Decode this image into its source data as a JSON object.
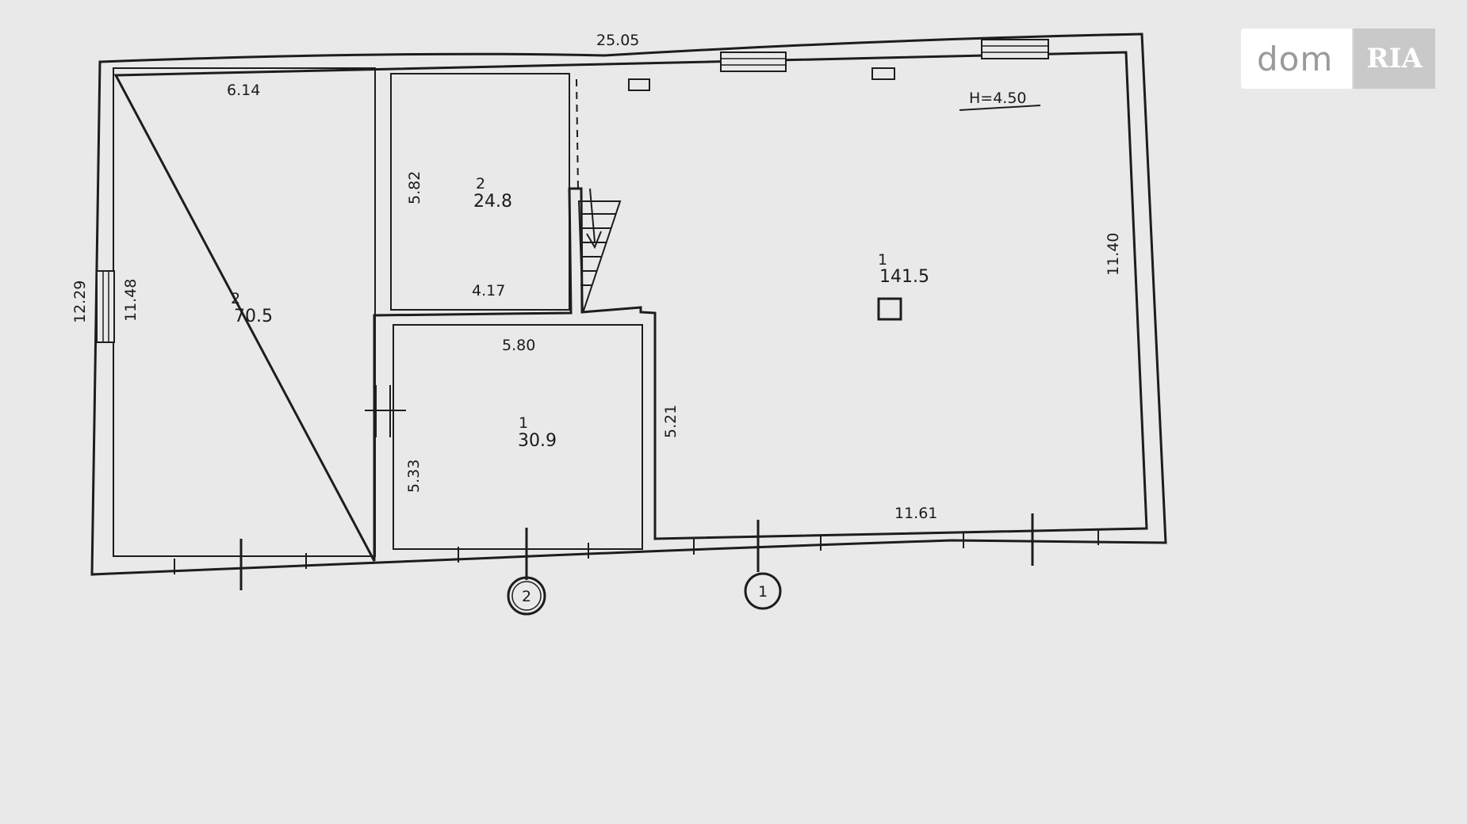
{
  "plan": {
    "overall_width": "25.05",
    "left_wall_length": "12.29",
    "ceiling_height": "H=4.50",
    "axis_labels": [
      "2",
      "1"
    ],
    "rooms": [
      {
        "number": "2",
        "area": "70.5",
        "dim_top": "6.14",
        "dim_side": "11.48"
      },
      {
        "number": "2",
        "area": "24.8",
        "dim_side": "5.82",
        "dim_bottom": "4.17"
      },
      {
        "number": "1",
        "area": "30.9",
        "dim_top": "5.80",
        "dim_side": "5.33"
      },
      {
        "number": "1",
        "area": "141.5",
        "dim_side_left": "5.21",
        "dim_bottom": "11.61",
        "dim_side_right": "11.40"
      }
    ]
  },
  "watermark": {
    "left": "dom",
    "right": "RIA"
  }
}
